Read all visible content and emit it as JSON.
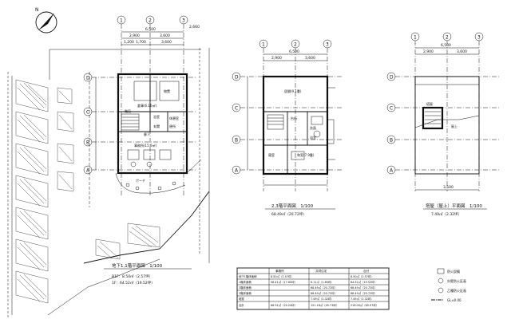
{
  "grid": {
    "cols": [
      "1",
      "2",
      "3"
    ],
    "rows": [
      "A",
      "B",
      "C",
      "D"
    ]
  },
  "plan1": {
    "overall_dim": "6,500",
    "dims_top_a": [
      "2,900",
      "3,600"
    ],
    "dims_top_b": [
      "1,200",
      "1,700",
      "3,600"
    ],
    "dim_side": "2,660",
    "rooms": [
      "倉庫(6.16㎡)",
      "物置",
      "ポーチ",
      "休憩室",
      "事務所(15.0㎡)",
      "階段",
      "玄関",
      "浴室",
      "廊下",
      "便所"
    ],
    "title": "地下1,1階平面図　1/100",
    "area_b1": "B1F：8.50㎡（2.57坪）",
    "area_1f": "1F：64.52㎡（19.52坪）"
  },
  "plan2": {
    "overall_dim": "6,500",
    "dims_top": [
      "2,900",
      "3,600"
    ],
    "rooms": [
      "居間(9.1畳)",
      "台所",
      "洗面",
      "浴室",
      "寝室",
      "和室(7.9畳)"
    ],
    "title": "2,3階平面図　1/100",
    "area": "68.49㎡（20.72坪）"
  },
  "plan3": {
    "overall_dim": "6,500",
    "dims_top": [
      "2,900",
      "3,600"
    ],
    "dims_bottom": [
      "3,500"
    ],
    "rooms": [
      "塔屋",
      "屋上"
    ],
    "title": "塔屋（屋上）平面図　1/100",
    "area": "7.49㎡（2.32坪）"
  },
  "area_table": {
    "headers": [
      "",
      "事務所",
      "共同住宅",
      "合計"
    ],
    "rows": [
      [
        "地下1階床面積",
        "8.50㎡（2.57坪）",
        "",
        "8.50㎡（2.57坪）"
      ],
      [
        "1階床面積",
        "58.41㎡（17.60坪）",
        "6.11㎡（1.85坪）",
        "64.52㎡（19.52坪）"
      ],
      [
        "2階床面積",
        "",
        "68.49㎡（20.72坪）",
        "68.49㎡（20.72坪）"
      ],
      [
        "3階床面積",
        "",
        "68.49㎡（20.72坪）",
        "68.49㎡（20.72坪）"
      ],
      [
        "塔屋",
        "",
        "7.49㎡（2.32坪）",
        "7.49㎡（2.32坪）"
      ],
      [
        "合計",
        "66.91㎡（20.24坪）",
        "151.18㎡（45.73坪）",
        "218.09㎡（65.97坪）"
      ]
    ]
  },
  "legend": {
    "items": [
      "防火設備",
      "外壁防火区画",
      "乙種防火区画",
      "GL±0.00"
    ]
  },
  "north_label": "N"
}
